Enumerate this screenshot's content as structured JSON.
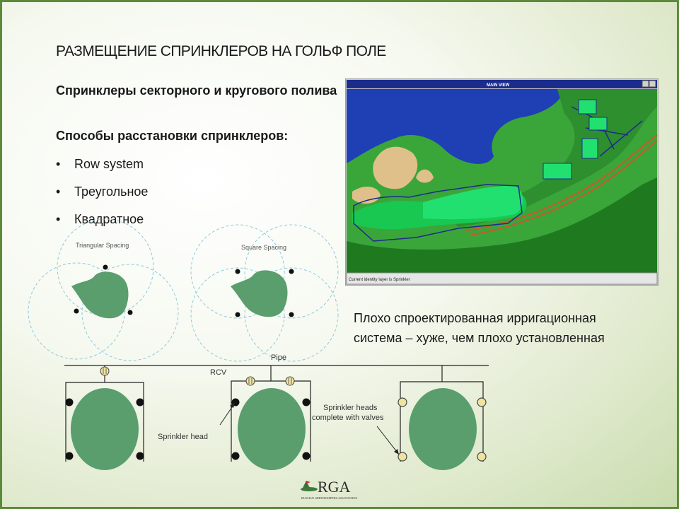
{
  "slide": {
    "title": "РАЗМЕЩЕНИЕ СПРИНКЛЕРОВ НА ГОЛЬФ ПОЛЕ",
    "subtitle": "Спринклеры секторного и кругового полива",
    "methods_heading": "Способы расстановки спринклеров:",
    "methods": [
      "Row system",
      "Треугольное",
      "Квадратное"
    ],
    "caption_line1": "Плохо спроектированная ирригационная",
    "caption_line2": "система – хуже, чем плохо установленная"
  },
  "screenshot": {
    "window_title": "MAIN VIEW",
    "status_text": "Current identity layer is Sprinkler"
  },
  "spacing_diagrams": {
    "triangular_label": "Triangular Spacing",
    "square_label": "Square Spacing"
  },
  "layout_diagram": {
    "pipe_label": "Pipe",
    "rcv_label": "RCV",
    "sprinkler_head_label": "Sprinkler head",
    "valves_label_line1": "Sprinkler heads",
    "valves_label_line2": "complete with valves"
  },
  "logo": {
    "text": "RGA",
    "subtext": "RUSSIAN GREENKEEPERS ASSOCIATION"
  },
  "colors": {
    "border": "#5a8a3a",
    "green_area": "#5a9e6e",
    "water": "#1f3fb5"
  }
}
